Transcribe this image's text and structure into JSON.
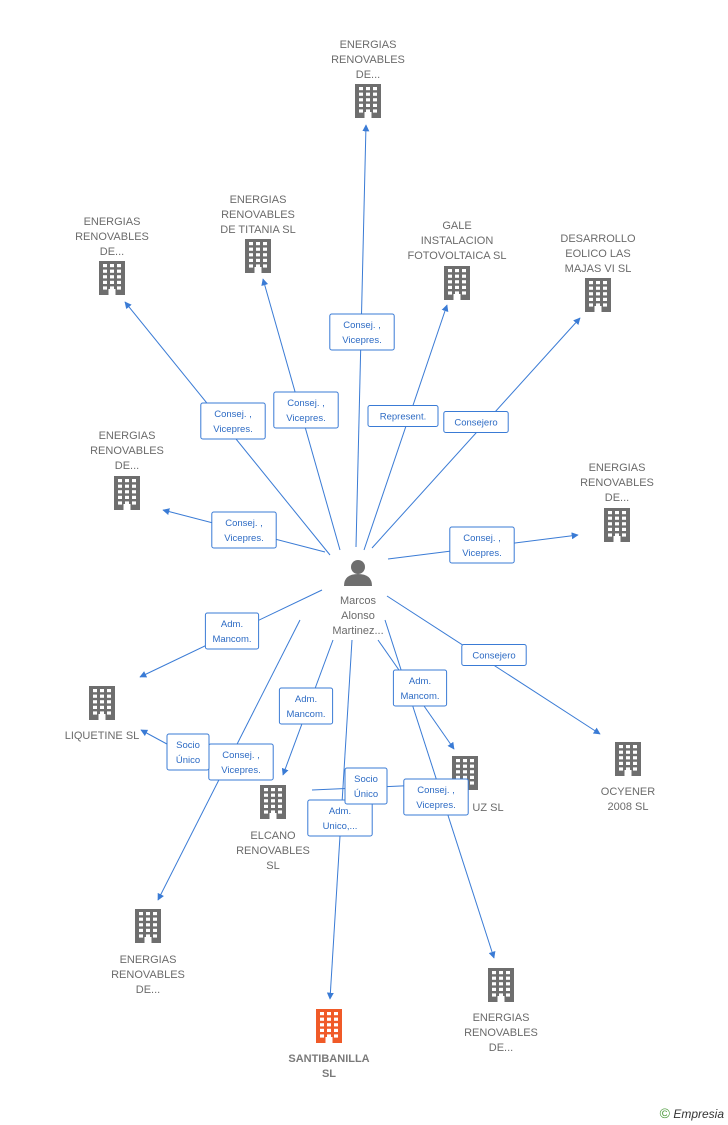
{
  "center": {
    "label_lines": [
      "Marcos",
      "Alonso",
      "Martinez..."
    ],
    "icon": "person-icon"
  },
  "nodes": [
    {
      "id": "n1",
      "label_lines": [
        "ENERGIAS",
        "RENOVABLES",
        "DE..."
      ],
      "icon": "building-icon"
    },
    {
      "id": "n2",
      "label_lines": [
        "ENERGIAS",
        "RENOVABLES",
        "DE TITANIA  SL"
      ],
      "icon": "building-icon"
    },
    {
      "id": "n3",
      "label_lines": [
        "ENERGIAS",
        "RENOVABLES",
        "DE..."
      ],
      "icon": "building-icon"
    },
    {
      "id": "n4",
      "label_lines": [
        "GALE",
        "INSTALACION",
        "FOTOVOLTAICA SL"
      ],
      "icon": "building-icon"
    },
    {
      "id": "n5",
      "label_lines": [
        "DESARROLLO",
        "EOLICO LAS",
        "MAJAS VI  SL"
      ],
      "icon": "building-icon"
    },
    {
      "id": "n6",
      "label_lines": [
        "ENERGIAS",
        "RENOVABLES",
        "DE..."
      ],
      "icon": "building-icon"
    },
    {
      "id": "n7",
      "label_lines": [
        "ENERGIAS",
        "RENOVABLES",
        "DE..."
      ],
      "icon": "building-icon"
    },
    {
      "id": "n8",
      "label_lines": [
        "LIQUETINE  SL"
      ],
      "icon": "building-icon"
    },
    {
      "id": "n9",
      "label_lines": [
        "ELCANO",
        "RENOVABLES",
        "SL"
      ],
      "icon": "building-icon"
    },
    {
      "id": "n10",
      "label_lines": [
        "UZ  SL"
      ],
      "icon": "building-icon"
    },
    {
      "id": "n11",
      "label_lines": [
        "OCYENER",
        "2008 SL"
      ],
      "icon": "building-icon"
    },
    {
      "id": "n12",
      "label_lines": [
        "ENERGIAS",
        "RENOVABLES",
        "DE..."
      ],
      "icon": "building-icon"
    },
    {
      "id": "n13",
      "label_lines": [
        "SANTIBANILLA",
        "SL"
      ],
      "icon": "building-icon",
      "highlight": true
    },
    {
      "id": "n14",
      "label_lines": [
        "ENERGIAS",
        "RENOVABLES",
        "DE..."
      ],
      "icon": "building-icon"
    }
  ],
  "edges": [
    {
      "to": "n1",
      "label_lines": [
        "Consej. ,",
        "Vicepres."
      ]
    },
    {
      "to": "n2",
      "label_lines": [
        "Consej. ,",
        "Vicepres."
      ]
    },
    {
      "to": "n3",
      "label_lines": [
        "Consej. ,",
        "Vicepres."
      ]
    },
    {
      "to": "n4",
      "label_lines": [
        "Represent."
      ]
    },
    {
      "to": "n5",
      "label_lines": [
        "Consejero"
      ]
    },
    {
      "to": "n6",
      "label_lines": [
        "Consej. ,",
        "Vicepres."
      ]
    },
    {
      "to": "n7",
      "label_lines": [
        "Consej. ,",
        "Vicepres."
      ]
    },
    {
      "to": "n8",
      "label_lines": [
        "Adm.",
        "Mancom."
      ]
    },
    {
      "to": "n9",
      "label_lines": [
        "Adm.",
        "Mancom."
      ]
    },
    {
      "to": "n10",
      "label_lines": [
        "Adm.",
        "Mancom."
      ]
    },
    {
      "to": "n11",
      "label_lines": [
        "Consejero"
      ]
    },
    {
      "to": "n12",
      "label_lines": [
        "Consej. ,",
        "Vicepres."
      ]
    },
    {
      "to": "n13",
      "label_lines": [
        "Adm.",
        "Unico,..."
      ]
    },
    {
      "to": "n14",
      "label_lines": [
        "Consej. ,",
        "Vicepres."
      ]
    },
    {
      "to": "n8",
      "label_lines": [
        "Socio",
        "Único"
      ],
      "from": "n9"
    },
    {
      "to": "n10",
      "label_lines": [
        "Socio",
        "Único"
      ],
      "from": "n9"
    }
  ],
  "colors": {
    "edge": "#3a7bd5",
    "icon": "#6e6e6e",
    "highlight": "#f05a28"
  },
  "footer": {
    "copyright": "©",
    "brand": "Empresia"
  }
}
